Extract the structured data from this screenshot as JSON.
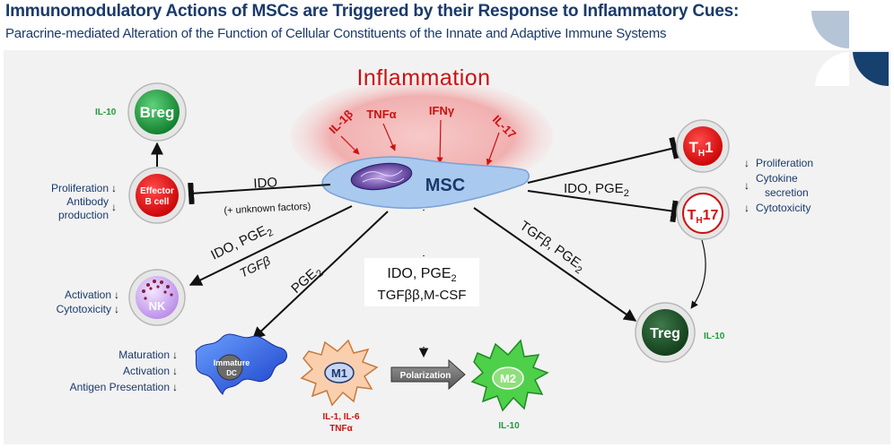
{
  "header": {
    "title": "Immunomodulatory Actions of MSCs are Triggered by their Response to Inflammatory Cues:",
    "subtitle": "Paracrine-mediated Alteration of the Function of Cellular Constituents of the Innate and Adaptive Immune Systems"
  },
  "colors": {
    "navy": "#1a3a6b",
    "red": "#cc1111",
    "green": "#1f9a3a",
    "msc_blue": "#a9c9ee",
    "inflammation_pink": "#f4b6b6"
  },
  "inflammation": {
    "label": "Inflammation",
    "cytokines": [
      "IL-1β",
      "TNFα",
      "IFNγ",
      "IL-17"
    ]
  },
  "msc": {
    "label": "MSC"
  },
  "cells": {
    "breg": "Breg",
    "effector_b": [
      "Effector",
      "B cell"
    ],
    "nk": "NK",
    "dc": [
      "Immature",
      "DC"
    ],
    "m1": "M1",
    "m2": "M2",
    "th1": {
      "main": "T",
      "sub": "H",
      "suffix": "1"
    },
    "th17": {
      "main": "T",
      "sub": "H",
      "suffix": "17"
    },
    "treg": "Treg"
  },
  "labels": {
    "il10": "IL-10",
    "ido": "IDO",
    "unknown_factors": "(+ unknown factors)",
    "ido_pge2_tgfb": {
      "line1": "IDO, PGE",
      "sub": "2",
      "line2": "TGFβ"
    },
    "pge2": {
      "main": "PGE",
      "sub": "2"
    },
    "center_box": {
      "line1": "IDO, PGE",
      "sub": "2",
      "line2": "TGFββ,M-CSF"
    },
    "ido_pge2_right": {
      "main": "IDO, PGE",
      "sub": "2"
    },
    "tgfb_pge2": {
      "main": "TGFβ, PGE",
      "sub": "2"
    },
    "polarization": "Polarization",
    "m1_cytokines": [
      "IL-1, IL-6",
      "TNFα"
    ],
    "b_effects": [
      "Proliferation",
      "Antibody",
      "production"
    ],
    "nk_effects": [
      "Activation",
      "Cytotoxicity"
    ],
    "dc_effects": [
      "Maturation",
      "Activation",
      "Antigen Presentation"
    ],
    "t_effects": [
      "Proliferation",
      "Cytokine",
      "secretion",
      "Cytotoxicity"
    ],
    "down_arrow": "↓"
  }
}
